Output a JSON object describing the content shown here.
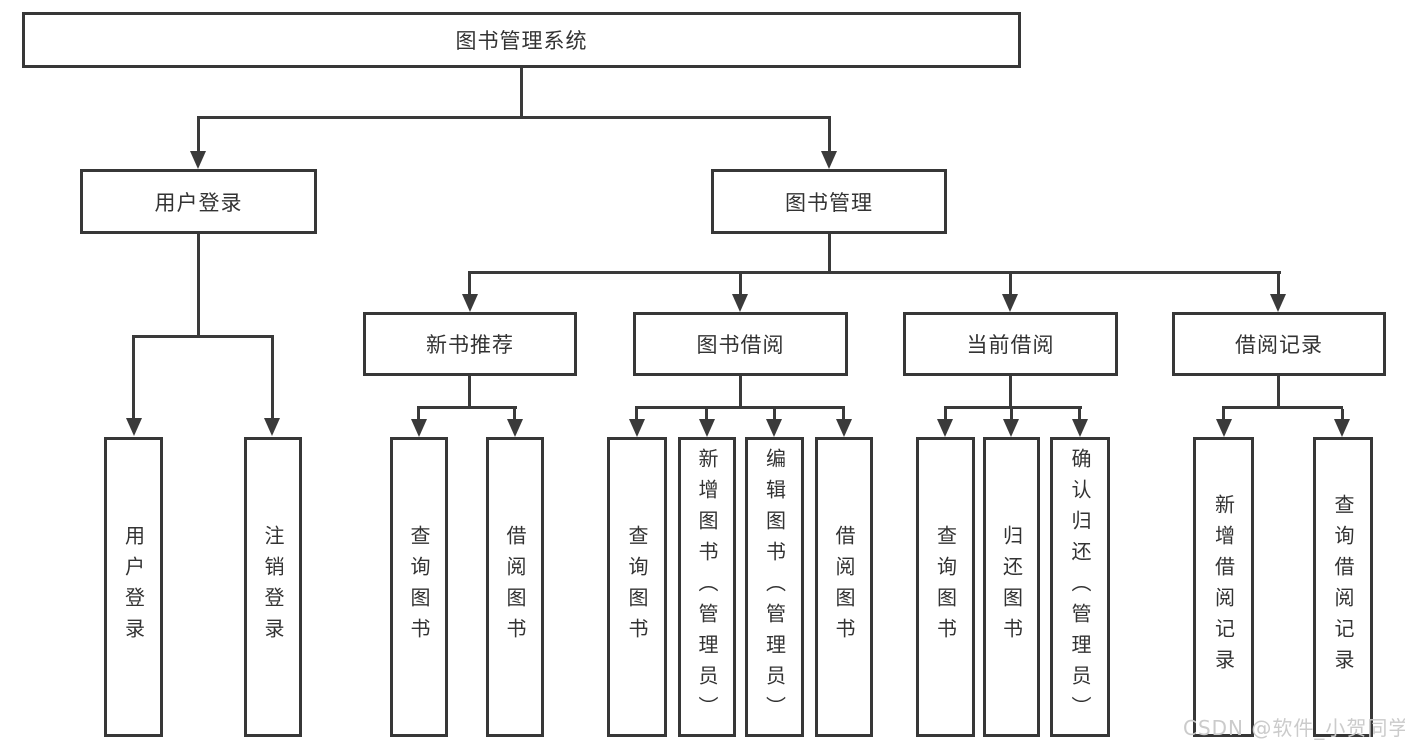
{
  "diagram": {
    "title": "图书管理系统",
    "branches": [
      {
        "label": "用户登录",
        "children": [
          {
            "label": "用户登录"
          },
          {
            "label": "注销登录"
          }
        ]
      },
      {
        "label": "图书管理",
        "children": [
          {
            "label": "新书推荐",
            "children": [
              {
                "label": "查询图书"
              },
              {
                "label": "借阅图书"
              }
            ]
          },
          {
            "label": "图书借阅",
            "children": [
              {
                "label": "查询图书"
              },
              {
                "label": "新增图书（管理员）"
              },
              {
                "label": "编辑图书（管理员）"
              },
              {
                "label": "借阅图书"
              }
            ]
          },
          {
            "label": "当前借阅",
            "children": [
              {
                "label": "查询图书"
              },
              {
                "label": "归还图书"
              },
              {
                "label": "确认归还（管理员）"
              }
            ]
          },
          {
            "label": "借阅记录",
            "children": [
              {
                "label": "新增借阅记录"
              },
              {
                "label": "查询借阅记录"
              }
            ]
          }
        ]
      }
    ]
  },
  "watermark": {
    "text": "CSDN @软件_小贺同学"
  },
  "colors": {
    "line": "#3a3a3a",
    "border": "#373737",
    "text": "#333333",
    "background": "#ffffff",
    "watermark_text": "#cbcbcb"
  }
}
